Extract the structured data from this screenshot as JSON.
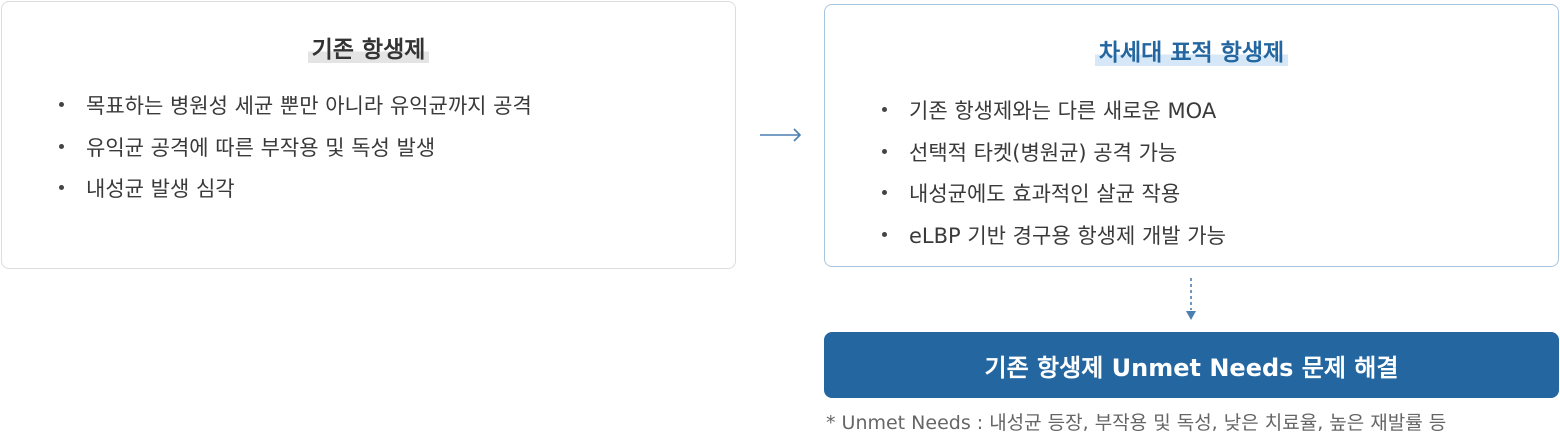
{
  "existing": {
    "title": "기존 항생제",
    "items": [
      "목표하는 병원성 세균 뿐만 아니라 유익균까지 공격",
      "유익균 공격에 따른 부작용 및 독성 발생",
      "내성균 발생 심각"
    ]
  },
  "next_gen": {
    "title": "차세대 표적 항생제",
    "items": [
      "기존 항생제와는 다른 새로운 MOA",
      "선택적 타켓(병원균) 공격 가능",
      "내성균에도 효과적인 살균 작용",
      "eLBP 기반 경구용 항생제 개발 가능"
    ]
  },
  "result": {
    "label": "기존 항생제 Unmet Needs 문제 해결"
  },
  "footnote": "* Unmet Needs : 내성균 등장, 부작용 및 독성, 낮은 치료율, 높은 재발률 등",
  "colors": {
    "accent": "#2366a0",
    "accent_highlight": "#d6e8f8",
    "right_border": "#a9c5de"
  }
}
